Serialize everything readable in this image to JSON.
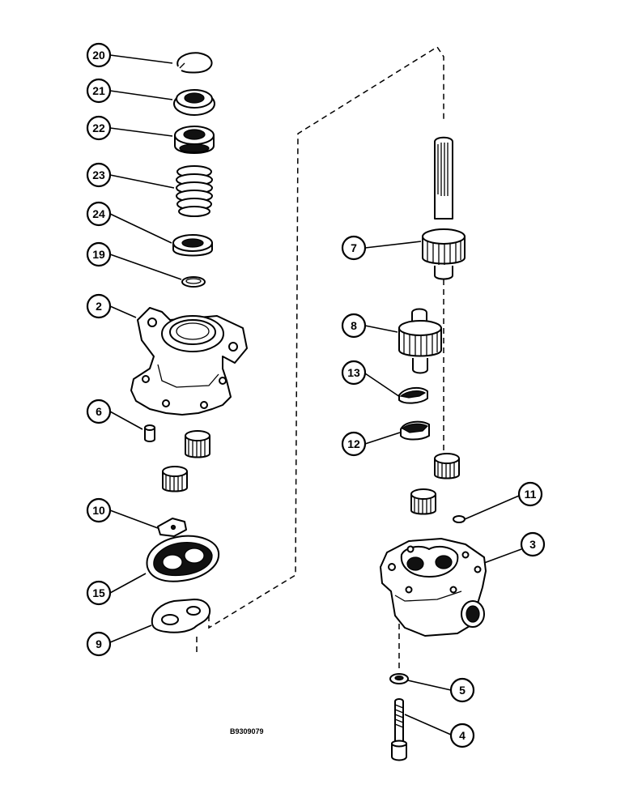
{
  "drawing": {
    "id_code": "B9309079",
    "callouts": [
      {
        "label": "20"
      },
      {
        "label": "21"
      },
      {
        "label": "22"
      },
      {
        "label": "23"
      },
      {
        "label": "24"
      },
      {
        "label": "19"
      },
      {
        "label": "2"
      },
      {
        "label": "6"
      },
      {
        "label": "10"
      },
      {
        "label": "15"
      },
      {
        "label": "9"
      },
      {
        "label": "7"
      },
      {
        "label": "8"
      },
      {
        "label": "13"
      },
      {
        "label": "12"
      },
      {
        "label": "11"
      },
      {
        "label": "3"
      },
      {
        "label": "5"
      },
      {
        "label": "4"
      }
    ]
  }
}
